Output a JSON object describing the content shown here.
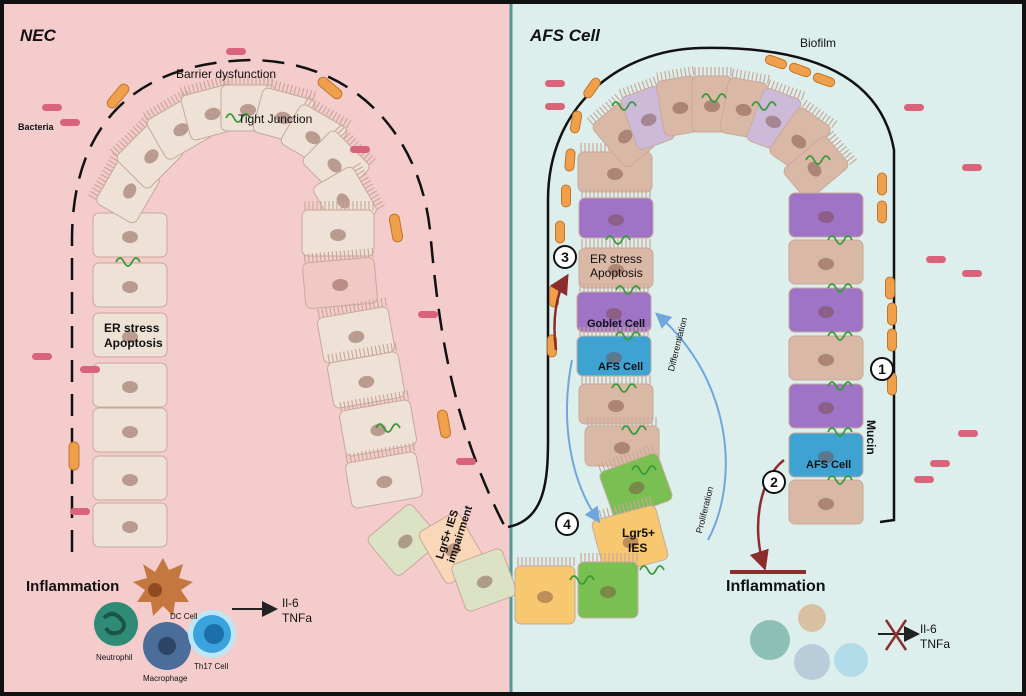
{
  "nec": {
    "title": "NEC",
    "barrier_label": "Barrier dysfunction",
    "tight_junction_label": "Tight Junction",
    "bacteria_label": "Bacteria",
    "er_stress_line1": "ER stress",
    "er_stress_line2": "Apoptosis",
    "lgr5_line1": "Lgr5+ IES",
    "lgr5_line2": "impairment",
    "inflammation_label": "Inflammation",
    "cells": {
      "dc": "DC Cell",
      "neutrophil": "Neutrophil",
      "macrophage": "Macrophage",
      "th17": "Th17 Cell"
    },
    "cytokines": [
      "Il-6",
      "TNFa"
    ]
  },
  "afs": {
    "title": "AFS Cell",
    "biofilm_label": "Biofilm",
    "er_stress_line1": "ER stress",
    "er_stress_line2": "Apoptosis",
    "goblet_label": "Goblet Cell",
    "afs_cell_label": "AFS Cell",
    "afs_cell_label_2": "AFS Cell",
    "differentiation_label": "Differentiation",
    "proliferation_label": "Proliferation",
    "lgr5_line1": "Lgr5+",
    "lgr5_line2": "IES",
    "mucin_label": "Mucin",
    "inflammation_label": "Inflammation",
    "cytokines": [
      "Il-6",
      "TNFa"
    ],
    "steps": [
      "1",
      "2",
      "3",
      "4"
    ]
  },
  "colors": {
    "nec_bg": "#f5cccc",
    "afs_bg": "#dcefec",
    "divider": "#4f9a96",
    "bacteria": "#d9637a",
    "biofilm": "#f0a04b",
    "cell_beige": "#eee1d6",
    "cell_tan": "#d9b8a6",
    "cell_purple": "#9f74c6",
    "cell_blue": "#3ea3d2",
    "cell_green": "#7abf52",
    "cell_yellow": "#f8c870",
    "junction": "#3a9a3a",
    "inhibit": "#8b2d2d",
    "flow": "#6fa7dd"
  }
}
